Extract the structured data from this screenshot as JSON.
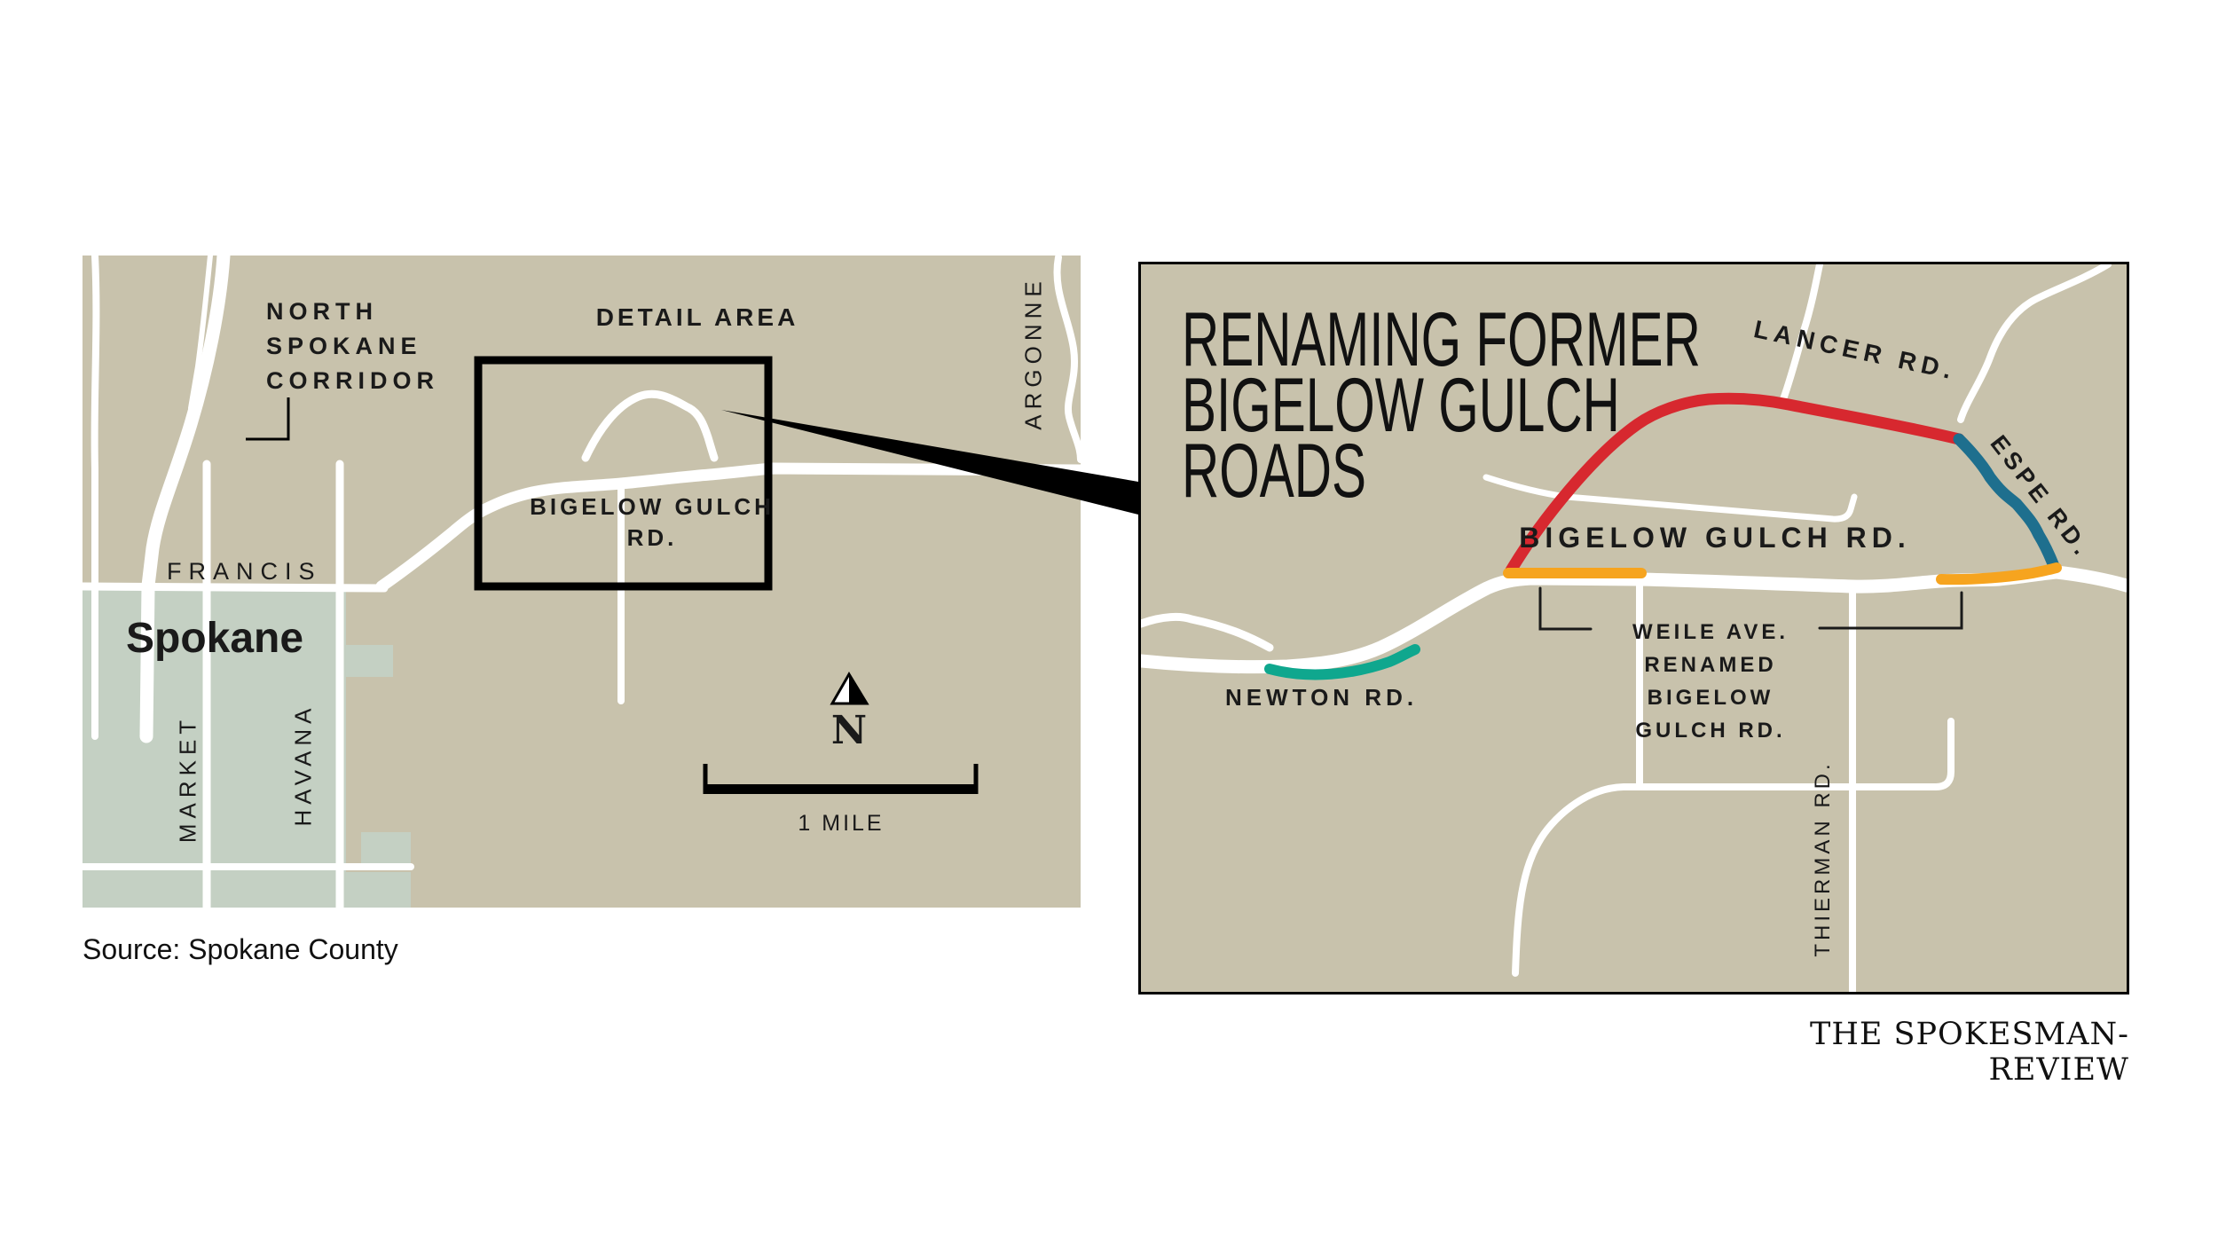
{
  "colors": {
    "land_tan": "#c8c2ac",
    "city_green": "#c4d0c3",
    "road_white": "#ffffff",
    "lancer_red": "#d7282f",
    "espe_blue": "#1e6f8e",
    "weile_orange": "#f6a41f",
    "newton_teal": "#0fa78e",
    "text_black": "#1a1a1a"
  },
  "left_map": {
    "labels": {
      "north_spokane_corridor": [
        "NORTH",
        "SPOKANE",
        "CORRIDOR"
      ],
      "detail_area": "DETAIL AREA",
      "bigelow_gulch_line1": "BIGELOW GULCH",
      "bigelow_gulch_line2": "RD.",
      "francis": "FRANCIS",
      "spokane": "Spokane",
      "market": "MARKET",
      "havana": "HAVANA",
      "argonne": "ARGONNE",
      "north_letter": "N",
      "scale_label": "1 MILE"
    },
    "source": "Source: Spokane County"
  },
  "right_map": {
    "title_lines": [
      "RENAMING FORMER",
      "BIGELOW GULCH",
      "ROADS"
    ],
    "labels": {
      "lancer": "LANCER RD.",
      "espe": "ESPE RD.",
      "bigelow_gulch": "BIGELOW GULCH RD.",
      "weile_lines": [
        "WEILE AVE.",
        "RENAMED",
        "BIGELOW",
        "GULCH RD."
      ],
      "newton": "NEWTON RD.",
      "thierman": "THIERMAN RD."
    },
    "credit": "THE SPOKESMAN-REVIEW"
  }
}
